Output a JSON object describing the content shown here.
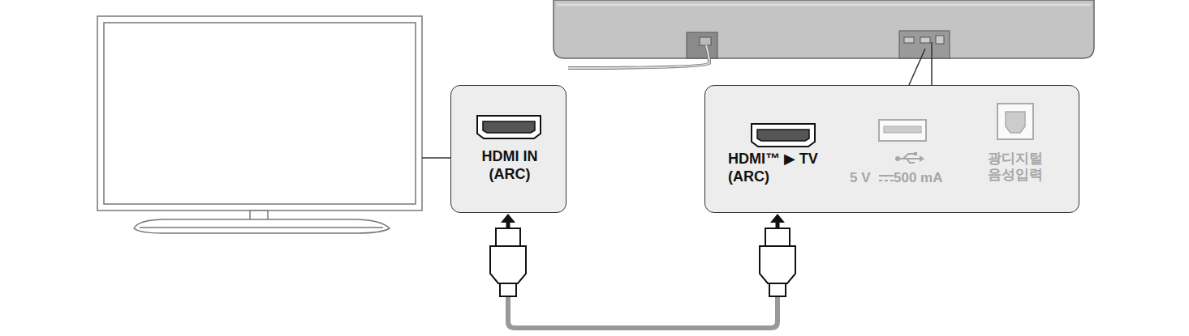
{
  "diagram": {
    "nodes": [
      {
        "text": [
          "HDMI IN (ARC)"
        ]
      },
      {
        "text": [
          "HDMI™ ▶ TV (ARC)",
          "5 V",
          "500 mA",
          "광디지털 음성입력"
        ]
      }
    ],
    "edges": [
      {
        "from": 0,
        "to": 1,
        "arrow": "both"
      }
    ]
  }
}
